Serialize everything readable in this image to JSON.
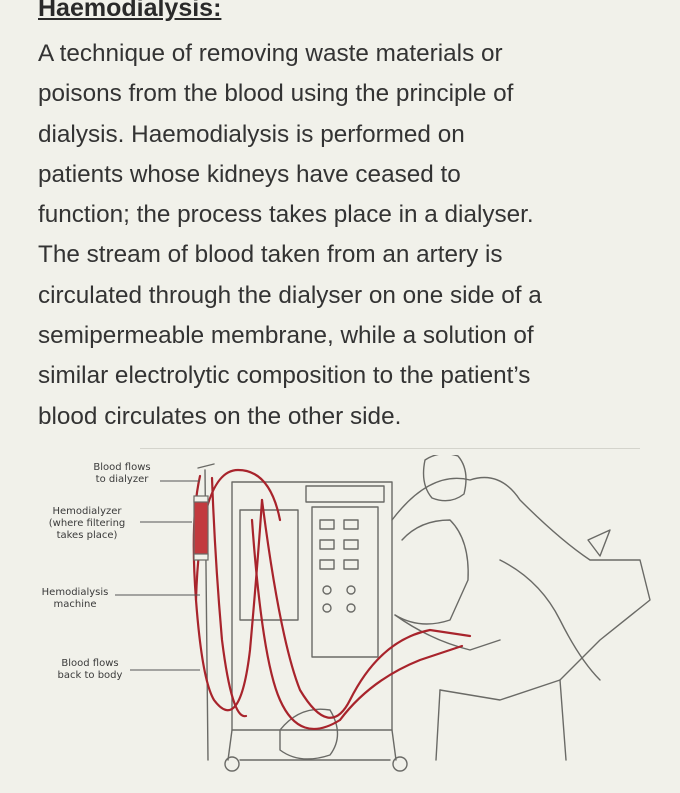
{
  "document": {
    "heading": "Haemodialysis:",
    "paragraph": "A technique of removing waste materials or\npoisons from the blood using the principle of\ndialysis. Haemodialysis is performed on\npatients whose kidneys have ceased to\nfunction; the process takes place in a dialyser.\nThe stream of blood taken from an artery is\ncirculated through the dialyser on one side of a\nsemipermeable membrane, while a solution of\nsimilar electrolytic composition to the patient’s\nblood circulates on the other side."
  },
  "illustration": {
    "labels": {
      "blood_to_dialyzer": "Blood flows\nto dialyzer",
      "hemodialyzer": "Hemodialyzer\n(where filtering\ntakes place)",
      "machine": "Hemodialysis\nmachine",
      "blood_back": "Blood flows\nback to body"
    },
    "colors": {
      "blood_tube": "#a8242c",
      "line_art": "#6a6a66"
    }
  }
}
